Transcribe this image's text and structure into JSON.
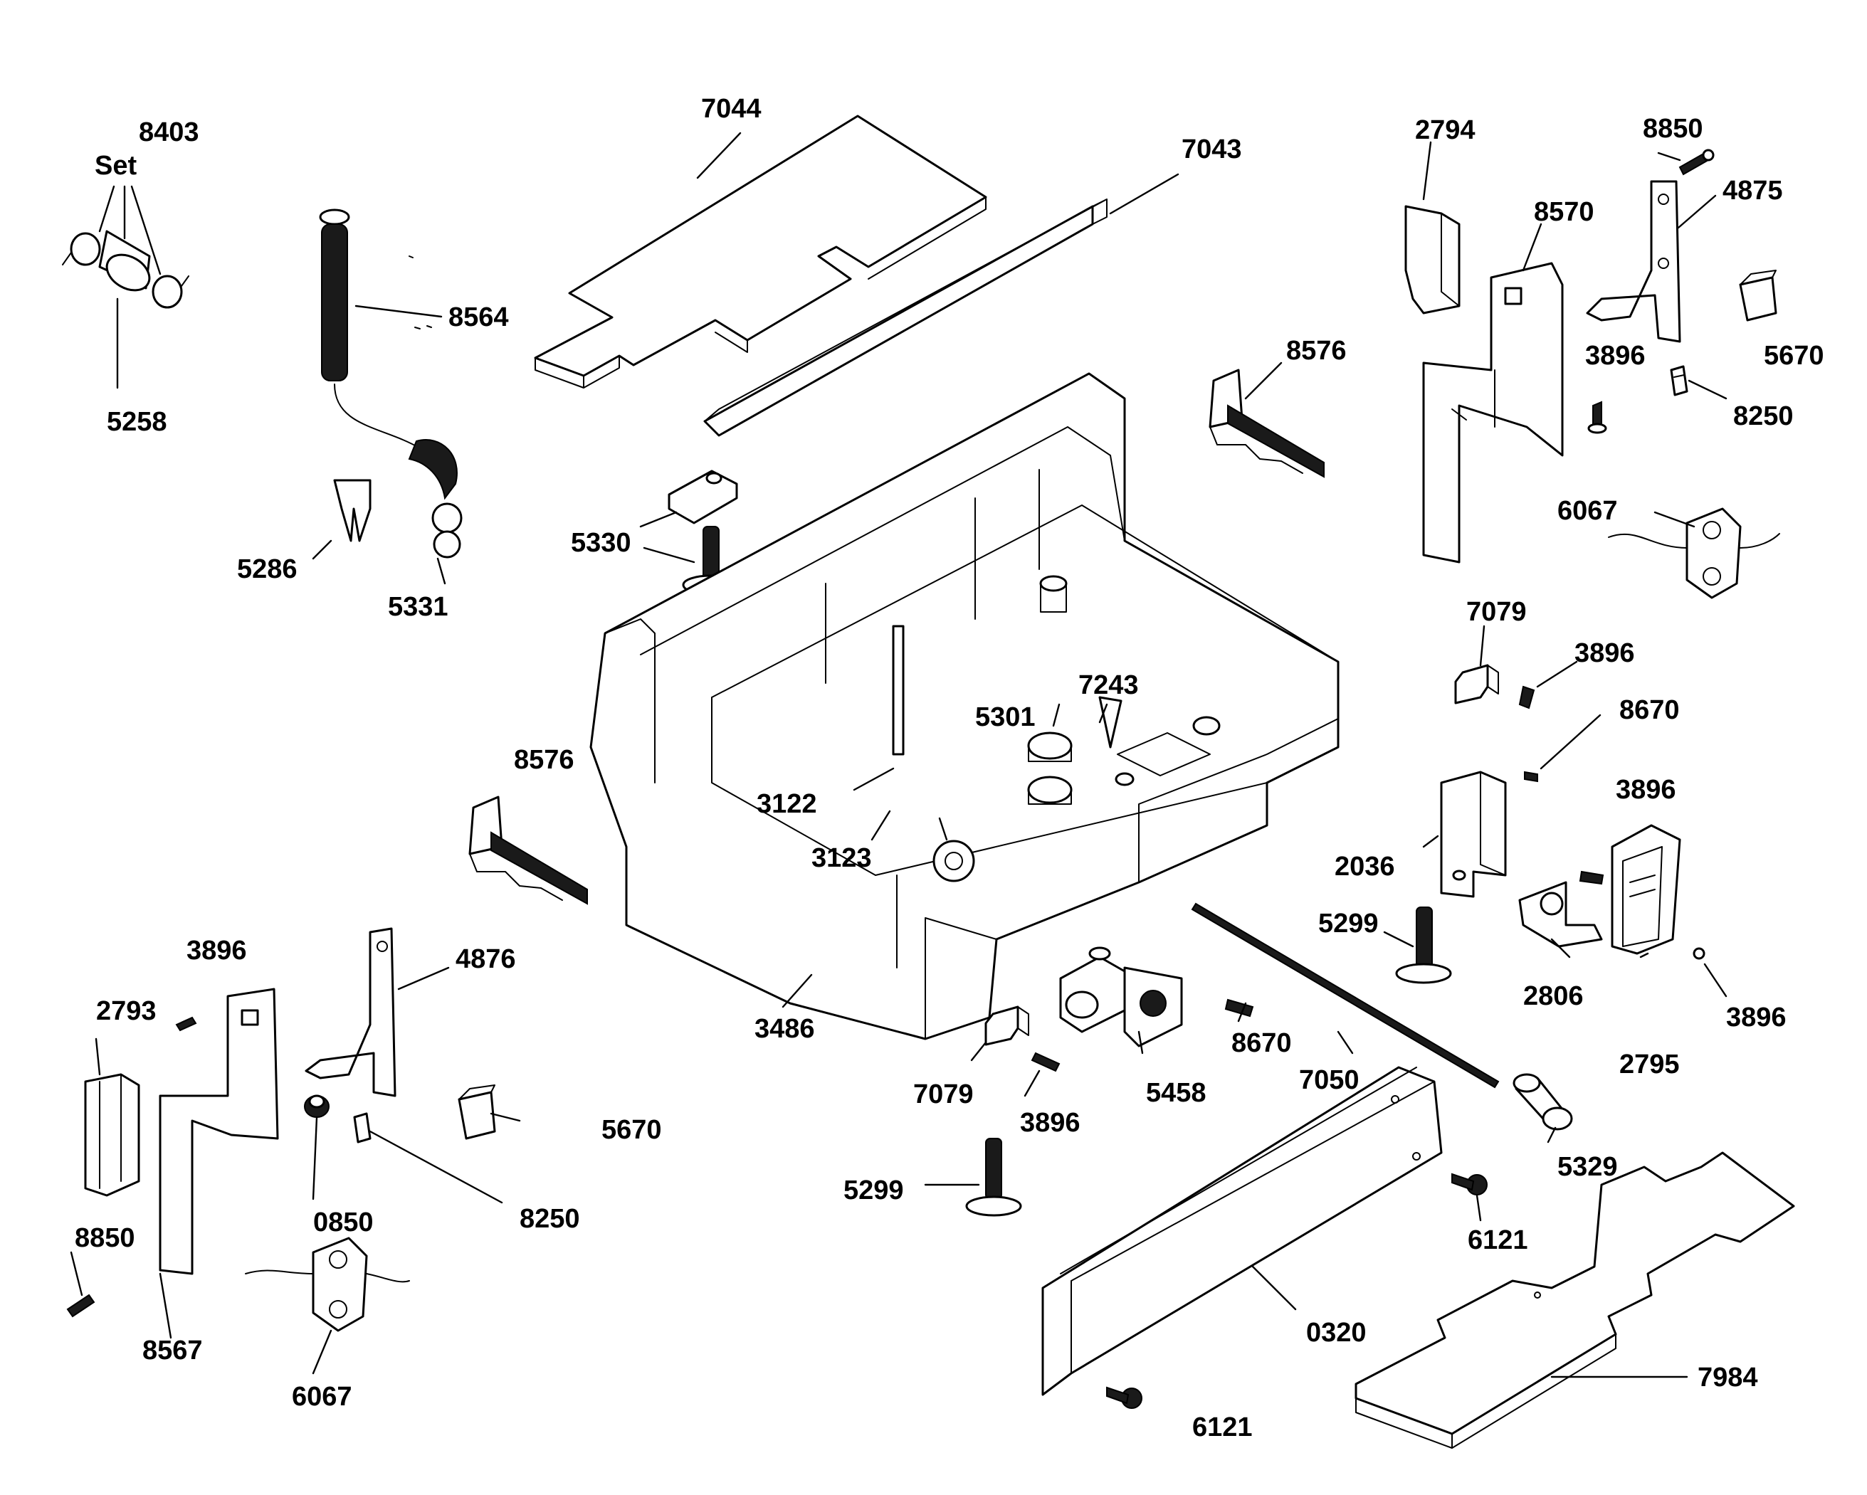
{
  "labels": {
    "l8403": "8403",
    "lset": "Set",
    "l5258": "5258",
    "l8564": "8564",
    "l5286": "5286",
    "l5331": "5331",
    "l7044": "7044",
    "l7043": "7043",
    "l5330": "5330",
    "l2794": "2794",
    "l8570": "8570",
    "l8850a": "8850",
    "l4875": "4875",
    "l5670a": "5670",
    "l3896a": "3896",
    "l8250a": "8250",
    "l8576a": "8576",
    "l6067a": "6067",
    "l7079a": "7079",
    "l3896b": "3896",
    "l8670a": "8670",
    "l3896c": "3896",
    "l5301": "5301",
    "l7243": "7243",
    "l8576b": "8576",
    "l3122": "3122",
    "l3123": "3123",
    "l2036": "2036",
    "l5299a": "5299",
    "l2806": "2806",
    "l2795": "2795",
    "l3896d": "3896",
    "l3896e": "3896",
    "l4876": "4876",
    "l2793": "2793",
    "l3486": "3486",
    "l8670b": "8670",
    "l7050": "7050",
    "l5458": "5458",
    "l7079b": "7079",
    "l3896f": "3896",
    "l5670b": "5670",
    "l0850": "0850",
    "l8250b": "8250",
    "l8850b": "8850",
    "l8567": "8567",
    "l6067b": "6067",
    "l5299b": "5299",
    "l5329": "5329",
    "l6121a": "6121",
    "l0320": "0320",
    "l6121b": "6121",
    "l7984": "7984"
  }
}
